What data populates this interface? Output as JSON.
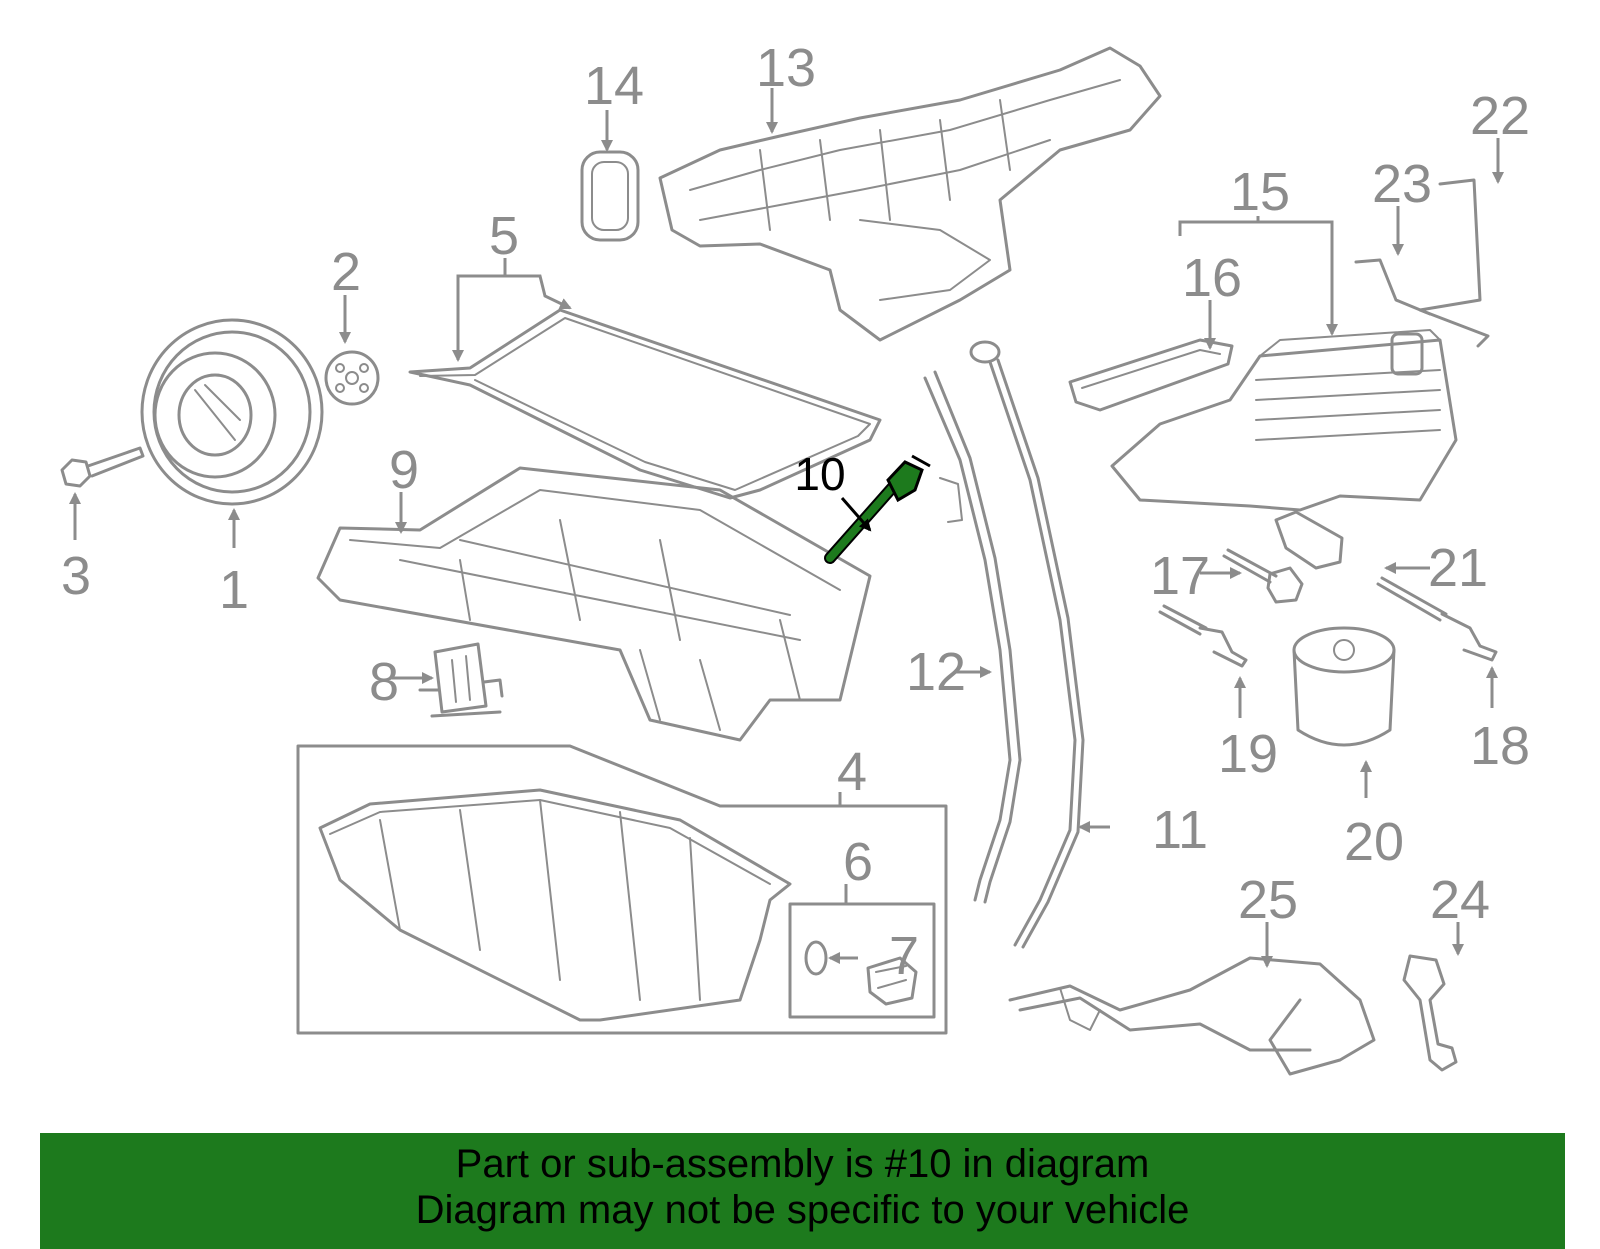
{
  "callouts": {
    "c1": "1",
    "c2": "2",
    "c3": "3",
    "c4": "4",
    "c5": "5",
    "c6": "6",
    "c7": "7",
    "c8": "8",
    "c9": "9",
    "c10": "10",
    "c11": "11",
    "c12": "12",
    "c13": "13",
    "c14": "14",
    "c15": "15",
    "c16": "16",
    "c17": "17",
    "c18": "18",
    "c19": "19",
    "c20": "20",
    "c21": "21",
    "c22": "22",
    "c23": "23",
    "c24": "24",
    "c25": "25"
  },
  "highlight_part": "10",
  "colors": {
    "line": "#8c8c8c",
    "highlight": "#1d7a1d",
    "banner": "#1d7a1d",
    "text": "#000000"
  },
  "banner": {
    "line1": "Part or sub-assembly is #10 in diagram",
    "line2": "Diagram may not be specific to your vehicle"
  }
}
